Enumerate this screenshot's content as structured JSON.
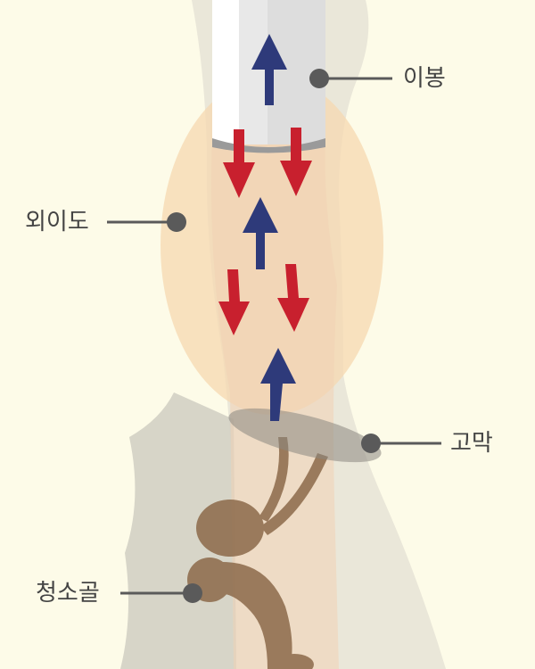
{
  "labels": {
    "earplug": "이봉",
    "ear_canal": "외이도",
    "eardrum": "고막",
    "ossicles": "청소골"
  },
  "colors": {
    "background": "#fdfbe8",
    "arrow_incoming": "#2e3a7a",
    "arrow_reflected": "#c8202e",
    "pointer": "#5a5a5a",
    "canal_highlight": "#f6d8b0",
    "bone": "#8c6a4a"
  }
}
